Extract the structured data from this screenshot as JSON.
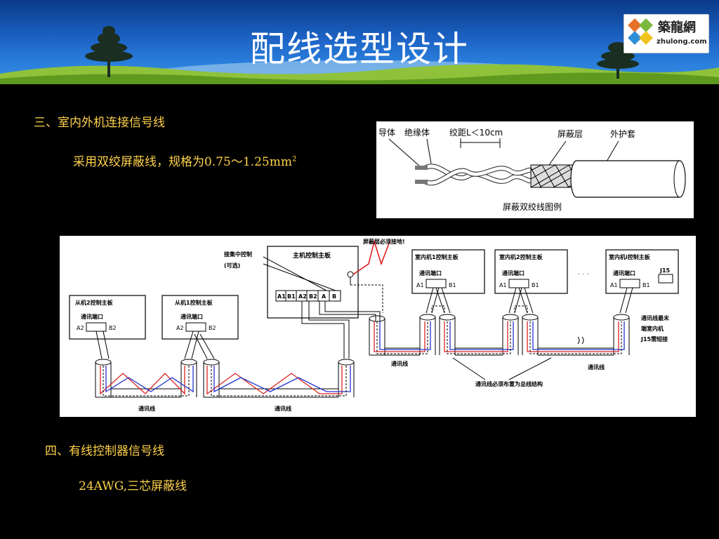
{
  "header": {
    "title": "配线选型设计"
  },
  "logo": {
    "text_cn": "築龍網",
    "text_en": "zhulong.com"
  },
  "section3": {
    "heading": "三、室内外机连接信号线",
    "spec_prefix": "采用双绞屏蔽线，规格为0.75～1.25mm",
    "spec_sup": "2"
  },
  "cable_figure": {
    "label_conductor": "导体",
    "label_insulation": "绝缘体",
    "label_twist": "绞距L＜10cm",
    "label_shield": "屏蔽层",
    "label_jacket": "外护套",
    "caption": "屏蔽双绞线图例"
  },
  "wiring_diagram": {
    "centralized_ctrl": "接集中控制",
    "optional": "(可选)",
    "master_board": "主机控制主板",
    "shield_note": "屏蔽层必须接地!",
    "slave2_board": "从机2控制主板",
    "slave1_board": "从机1控制主板",
    "indoor1_board": "室内机1控制主板",
    "indoor2_board": "室内机2控制主板",
    "indoori_board": "室内机i控制主板",
    "comm_port": "通讯端口",
    "port_labels": [
      "A1",
      "B1",
      "A2",
      "B2",
      "A",
      "B"
    ],
    "a1": "A1",
    "b1": "B1",
    "a2": "A2",
    "b2": "B2",
    "ellipsis": "· · ·",
    "j15": "J15",
    "end_note_1": "通讯线最末",
    "end_note_2": "端室内机",
    "end_note_3": "J15需短接",
    "comm_line": "通讯线",
    "bus_note": "通讯线必须布置为总线结构"
  },
  "section4": {
    "heading": "四、有线控制器信号线",
    "spec": "24AWG,三芯屏蔽线"
  }
}
